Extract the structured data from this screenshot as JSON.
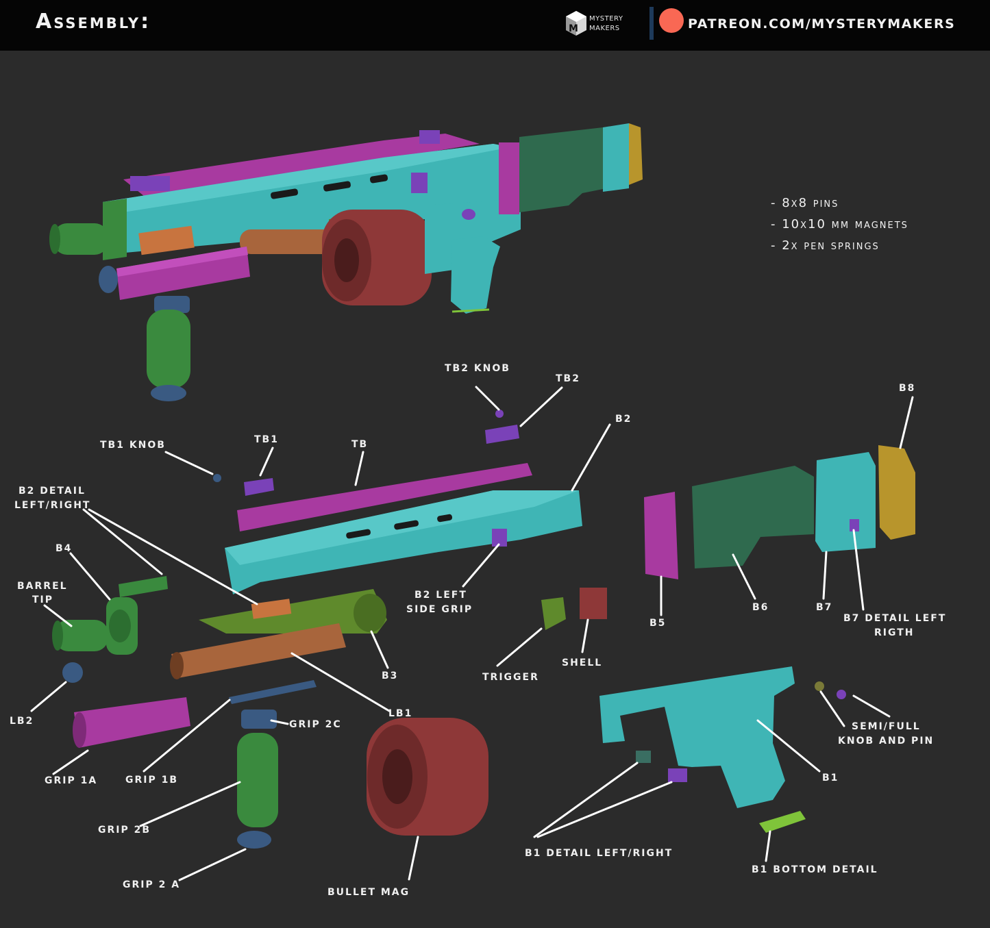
{
  "header": {
    "title": "Assembly:",
    "brand_line1": "MYSTERY",
    "brand_line2": "MAKERS",
    "patreon_url": "PATREON.COM/MYSTERYMAKERS"
  },
  "notes": [
    "- 8x8 pins",
    "- 10x10 mm magnets",
    "- 2x pen springs"
  ],
  "parts": [
    {
      "id": "tb2_knob",
      "label": "TB2 KNOB"
    },
    {
      "id": "tb2",
      "label": "TB2"
    },
    {
      "id": "b8",
      "label": "B8"
    },
    {
      "id": "b2",
      "label": "B2"
    },
    {
      "id": "tb1_knob",
      "label": "TB1 KNOB"
    },
    {
      "id": "tb1",
      "label": "TB1"
    },
    {
      "id": "tb",
      "label": "TB"
    },
    {
      "id": "b2_detail_1",
      "label": "B2 DETAIL"
    },
    {
      "id": "b2_detail_2",
      "label": "LEFT/RIGHT"
    },
    {
      "id": "b4",
      "label": "B4"
    },
    {
      "id": "barrel_tip_1",
      "label": "BARREL"
    },
    {
      "id": "barrel_tip_2",
      "label": "TIP"
    },
    {
      "id": "b2_left_side_grip_1",
      "label": "B2 LEFT"
    },
    {
      "id": "b2_left_side_grip_2",
      "label": "SIDE GRIP"
    },
    {
      "id": "b5",
      "label": "B5"
    },
    {
      "id": "b6",
      "label": "B6"
    },
    {
      "id": "b7",
      "label": "B7"
    },
    {
      "id": "b7_detail_1",
      "label": "B7 DETAIL LEFT"
    },
    {
      "id": "b7_detail_2",
      "label": "RIGTH"
    },
    {
      "id": "b3",
      "label": "B3"
    },
    {
      "id": "shell",
      "label": "SHELL"
    },
    {
      "id": "trigger",
      "label": "TRIGGER"
    },
    {
      "id": "lb2",
      "label": "LB2"
    },
    {
      "id": "lb1",
      "label": "LB1"
    },
    {
      "id": "grip2c",
      "label": "GRIP 2C"
    },
    {
      "id": "semi_full_1",
      "label": "SEMI/FULL"
    },
    {
      "id": "semi_full_2",
      "label": "KNOB AND PIN"
    },
    {
      "id": "grip1a",
      "label": "GRIP 1A"
    },
    {
      "id": "grip1b",
      "label": "GRIP 1B"
    },
    {
      "id": "b1",
      "label": "B1"
    },
    {
      "id": "grip2b",
      "label": "GRIP 2B"
    },
    {
      "id": "b1_detail",
      "label": "B1 DETAIL LEFT/RIGHT"
    },
    {
      "id": "b1_bottom",
      "label": "B1 BOTTOM DETAIL"
    },
    {
      "id": "grip2a",
      "label": "GRIP 2 A"
    },
    {
      "id": "bullet_mag",
      "label": "BULLET MAG"
    }
  ],
  "colors": {
    "teal": "#3fb5b5",
    "magenta": "#a83aa0",
    "purple": "#7a42b8",
    "green": "#3a8a3e",
    "olive": "#5f8a2c",
    "orange": "#c8743f",
    "copper": "#a8653c",
    "maroon": "#8e3838",
    "darkgreen": "#2f6a4e",
    "gold": "#b8952c",
    "navy": "#3a5a82",
    "lime": "#7fc43a",
    "patreon": "#f96854"
  }
}
